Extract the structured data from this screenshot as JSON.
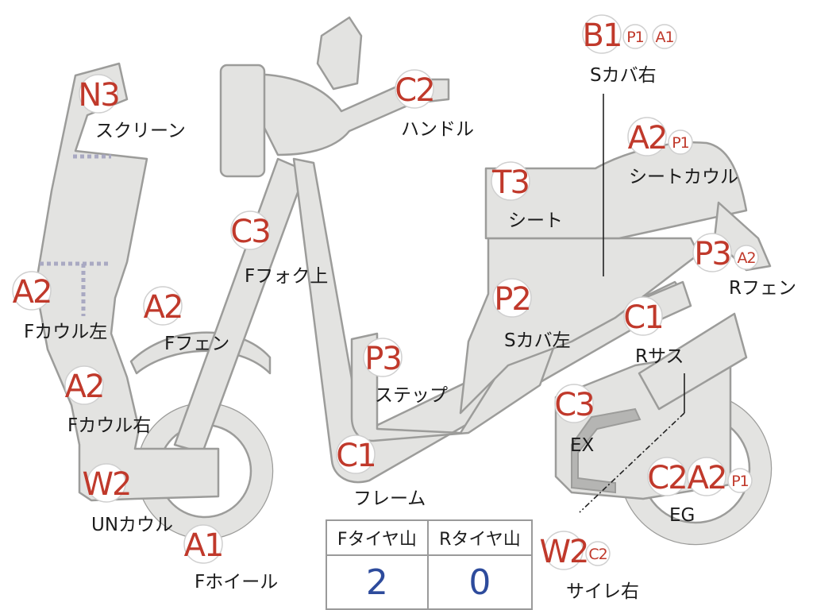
{
  "parts": {
    "screen": {
      "grades": [
        "N3"
      ],
      "label": "スクリーン"
    },
    "handle": {
      "grades": [
        "C2"
      ],
      "label": "ハンドル"
    },
    "s_cover_r": {
      "grades": [
        "B1",
        "P1",
        "A1"
      ],
      "label": "Sカバ右"
    },
    "seat_cowl": {
      "grades": [
        "A2",
        "P1"
      ],
      "label": "シートカウル"
    },
    "seat": {
      "grades": [
        "T3"
      ],
      "label": "シート"
    },
    "f_fork_up": {
      "grades": [
        "C3"
      ],
      "label": "Fフォク上"
    },
    "f_cowl_l": {
      "grades": [
        "A2"
      ],
      "label": "Fカウル左"
    },
    "f_fender": {
      "grades": [
        "A2"
      ],
      "label": "Fフェン"
    },
    "r_fender": {
      "grades": [
        "P3",
        "A2"
      ],
      "label": "Rフェン"
    },
    "s_cover_l": {
      "grades": [
        "P2"
      ],
      "label": "Sカバ左"
    },
    "r_sus": {
      "grades": [
        "C1"
      ],
      "label": "Rサス"
    },
    "step": {
      "grades": [
        "P3"
      ],
      "label": "ステップ"
    },
    "f_cowl_r": {
      "grades": [
        "A2"
      ],
      "label": "Fカウル右"
    },
    "ex": {
      "grades": [
        "C3"
      ],
      "label": "EX"
    },
    "frame": {
      "grades": [
        "C1"
      ],
      "label": "フレーム"
    },
    "un_cowl": {
      "grades": [
        "W2"
      ],
      "label": "UNカウル"
    },
    "eg": {
      "grades": [
        "C2",
        "A2",
        "P1"
      ],
      "label": "EG"
    },
    "f_wheel": {
      "grades": [
        "A1"
      ],
      "label": "Fホイール"
    },
    "muffler_r": {
      "grades": [
        "W2",
        "C2"
      ],
      "label": "サイレ右"
    }
  },
  "tire_table": {
    "headers": [
      "Fタイヤ山",
      "Rタイヤ山"
    ],
    "values": [
      "2",
      "0"
    ]
  }
}
